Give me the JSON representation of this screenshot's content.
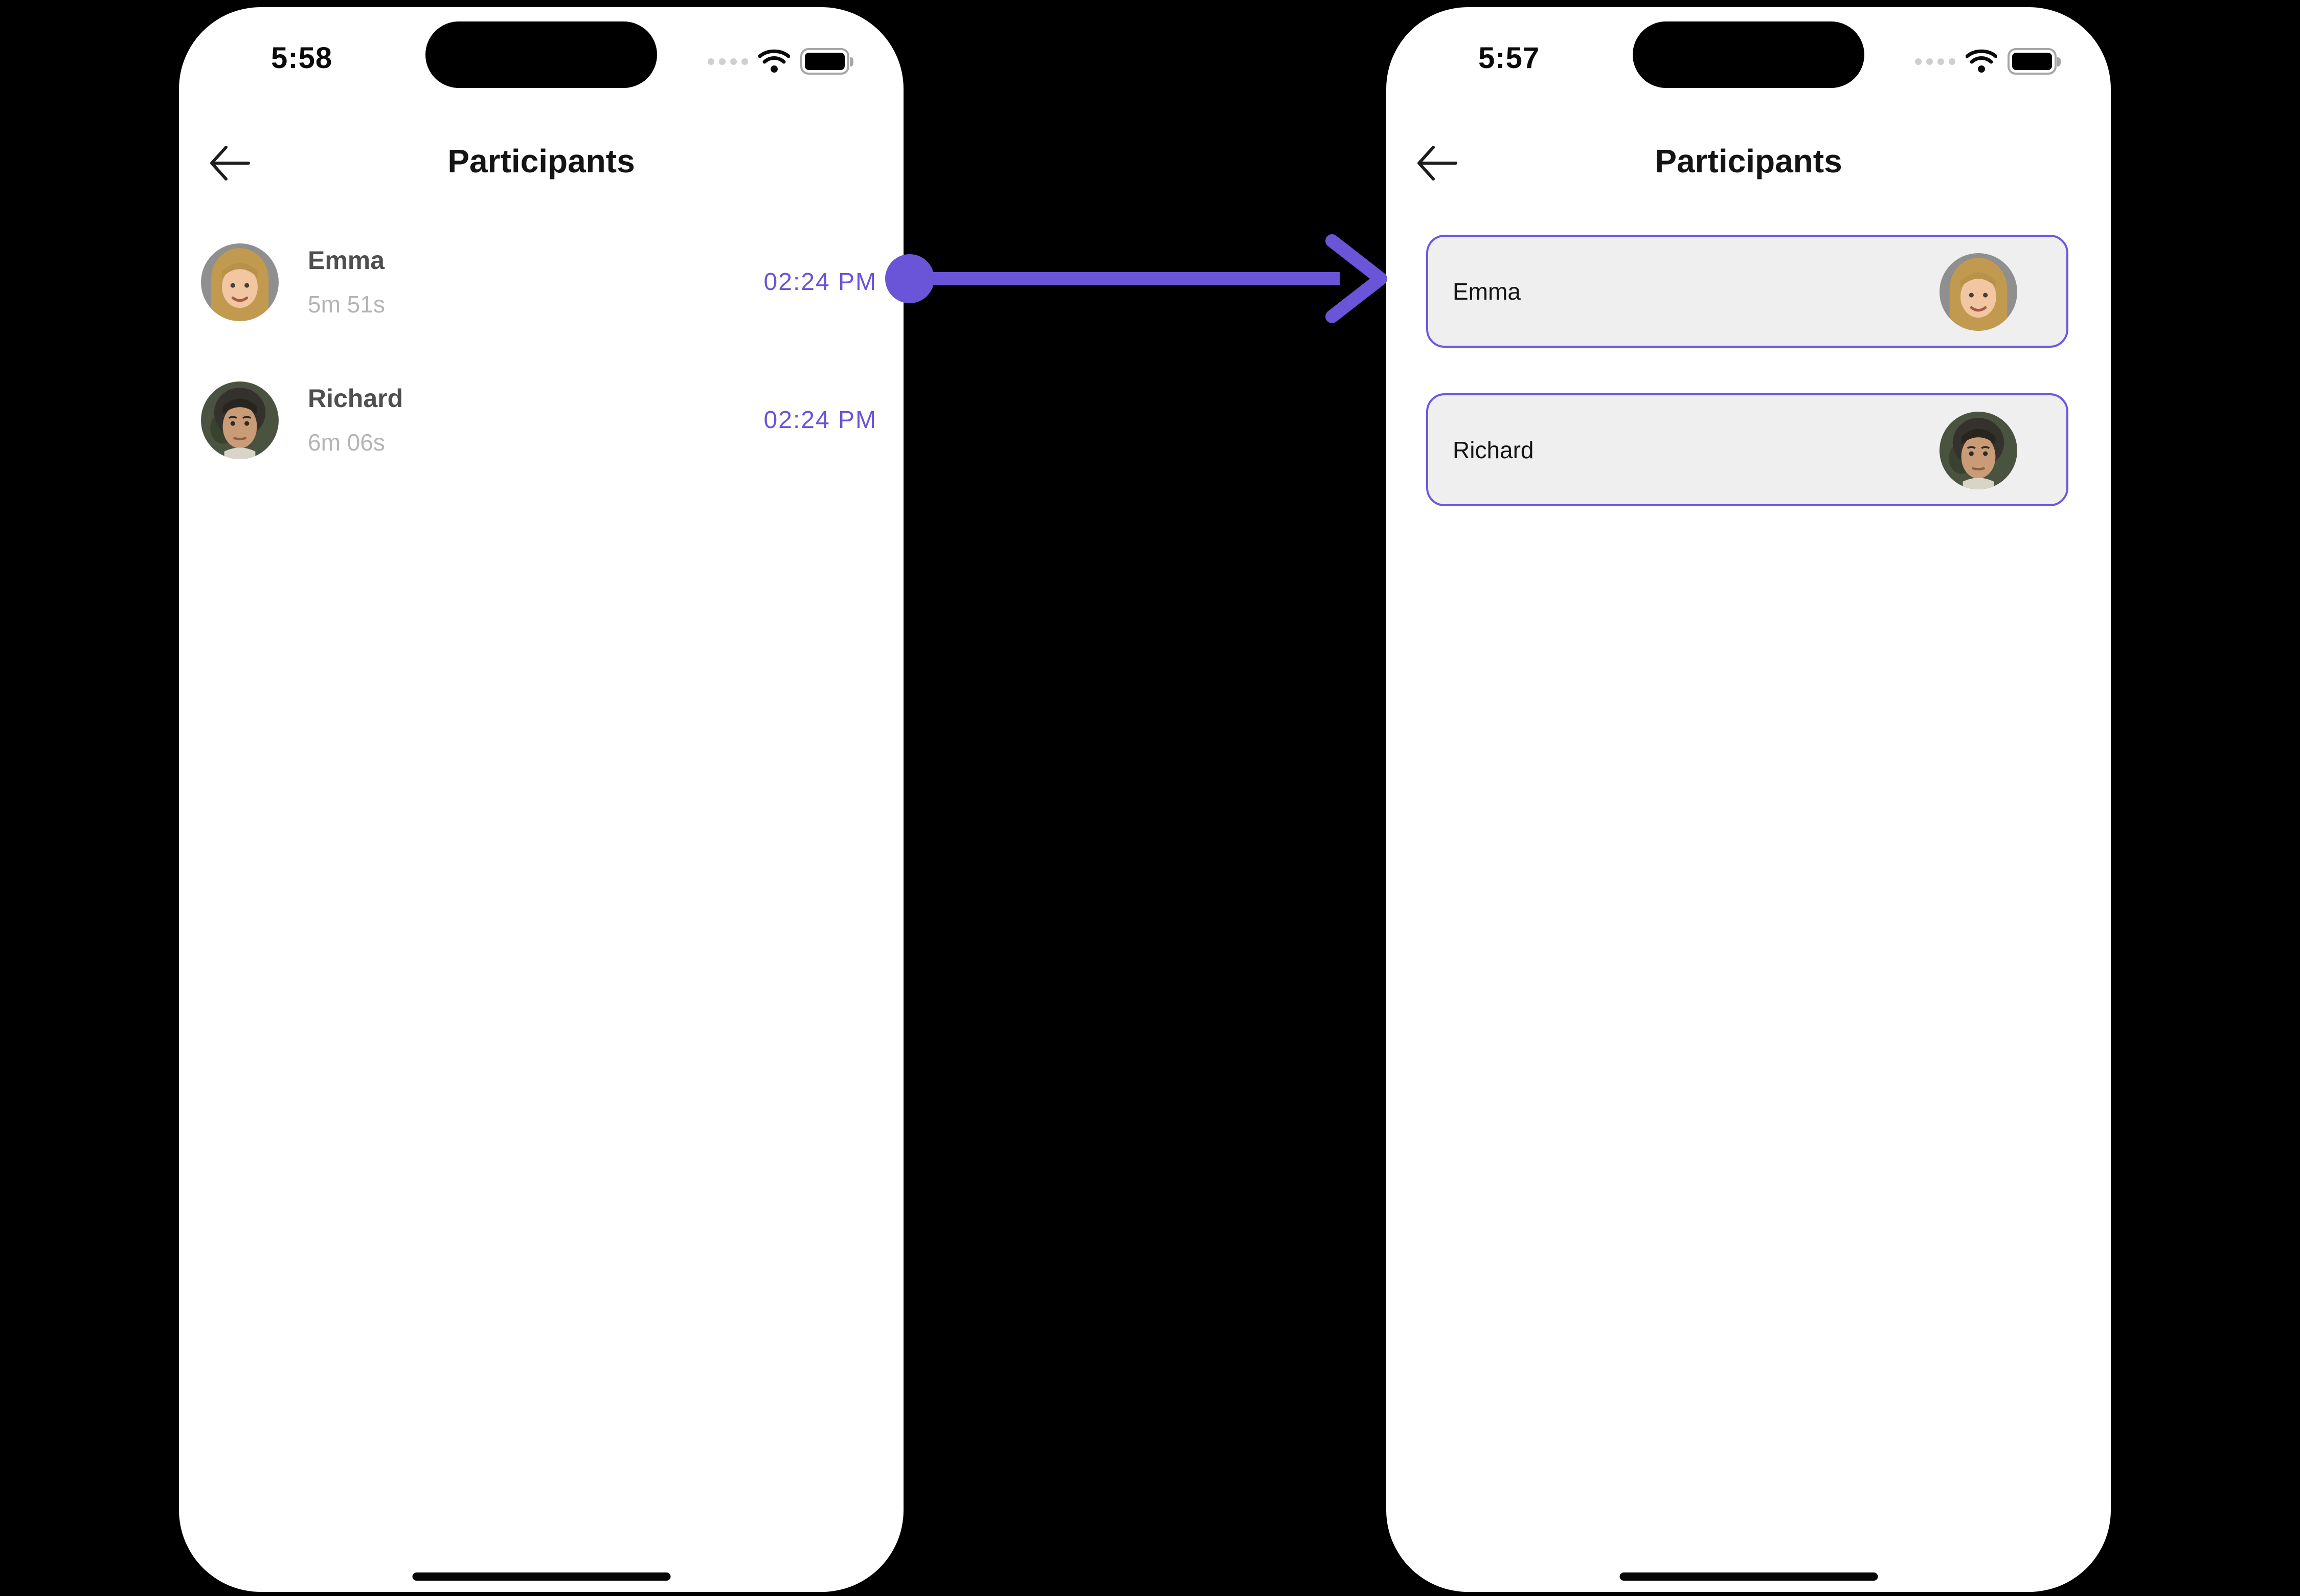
{
  "colors": {
    "accent": "#6A54D8",
    "card_border": "#6F56E0",
    "card_bg": "#EFEFEF",
    "page_bg": "#000000",
    "name_gray": "#4F4F4F",
    "duration_gray": "#B4B4B4"
  },
  "left_phone": {
    "status_time": "5:58",
    "title": "Participants",
    "rows": [
      {
        "name": "Emma",
        "duration": "5m 51s",
        "time": "02:24 PM"
      },
      {
        "name": "Richard",
        "duration": "6m 06s",
        "time": "02:24 PM"
      }
    ]
  },
  "right_phone": {
    "status_time": "5:57",
    "title": "Participants",
    "rows": [
      {
        "name": "Emma"
      },
      {
        "name": "Richard"
      }
    ]
  }
}
